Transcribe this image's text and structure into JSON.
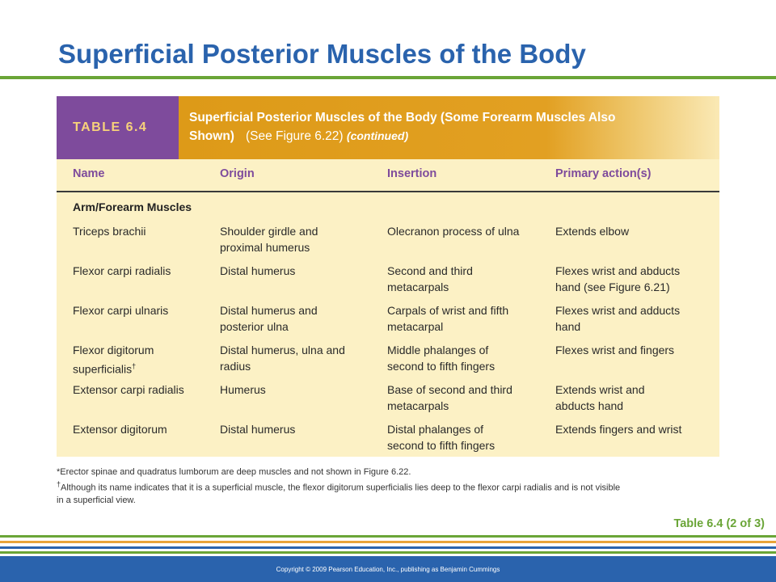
{
  "slide": {
    "title": "Superficial Posterior Muscles of the Body",
    "table_reference": "Table 6.4 (2 of 3)",
    "copyright": "Copyright © 2009 Pearson Education, Inc., publishing as Benjamin Cummings"
  },
  "table": {
    "label": "TABLE 6.4",
    "caption_line1": "Superficial Posterior Muscles of the Body (Some Forearm Muscles Also",
    "caption_line2": "Shown)",
    "caption_figure_ref": "(See Figure 6.22)",
    "caption_continued": "(continued)",
    "columns": [
      "Name",
      "Origin",
      "Insertion",
      "Primary action(s)"
    ],
    "section": "Arm/Forearm Muscles",
    "rows": [
      {
        "name": [
          "Triceps brachii"
        ],
        "origin": [
          "Shoulder girdle and",
          "proximal humerus"
        ],
        "insertion": [
          "Olecranon process of ulna"
        ],
        "action": [
          "Extends elbow"
        ]
      },
      {
        "name": [
          "Flexor carpi radialis"
        ],
        "origin": [
          "Distal humerus"
        ],
        "insertion": [
          "Second and third",
          "metacarpals"
        ],
        "action": [
          "Flexes wrist and abducts",
          "hand (see Figure 6.21)"
        ]
      },
      {
        "name": [
          "Flexor carpi ulnaris"
        ],
        "origin": [
          "Distal humerus and",
          "posterior ulna"
        ],
        "insertion": [
          "Carpals of wrist and fifth",
          "metacarpal"
        ],
        "action": [
          "Flexes wrist and adducts",
          "hand"
        ]
      },
      {
        "name": [
          "Flexor digitorum",
          "superficialis"
        ],
        "name_mark": "†",
        "origin": [
          "Distal humerus, ulna and",
          "radius"
        ],
        "insertion": [
          "Middle phalanges of",
          "second to fifth fingers"
        ],
        "action": [
          "Flexes wrist and fingers"
        ]
      },
      {
        "name": [
          "Extensor carpi radialis"
        ],
        "origin": [
          "Humerus"
        ],
        "insertion": [
          "Base of second and third",
          "metacarpals"
        ],
        "action": [
          "Extends wrist and",
          "abducts hand"
        ]
      },
      {
        "name": [
          "Extensor digitorum"
        ],
        "origin": [
          "Distal humerus"
        ],
        "insertion": [
          "Distal phalanges of",
          "second to fifth fingers"
        ],
        "action": [
          "Extends fingers and wrist"
        ]
      }
    ]
  },
  "footnotes": {
    "note1_mark": "*",
    "note1": "Erector spinae and quadratus lumborum are deep muscles and not shown in Figure 6.22.",
    "note2_mark": "†",
    "note2_line1": "Although its name indicates that it is a superficial muscle, the flexor digitorum superficialis lies deep to the flexor carpi radialis and is not visible",
    "note2_line2": "in a superficial view."
  },
  "colors": {
    "title_blue": "#2a63ad",
    "accent_green": "#6aa537",
    "table_purple": "#7e4b9c",
    "table_orange": "#dd9a18",
    "table_cream": "#fcf1c5"
  }
}
